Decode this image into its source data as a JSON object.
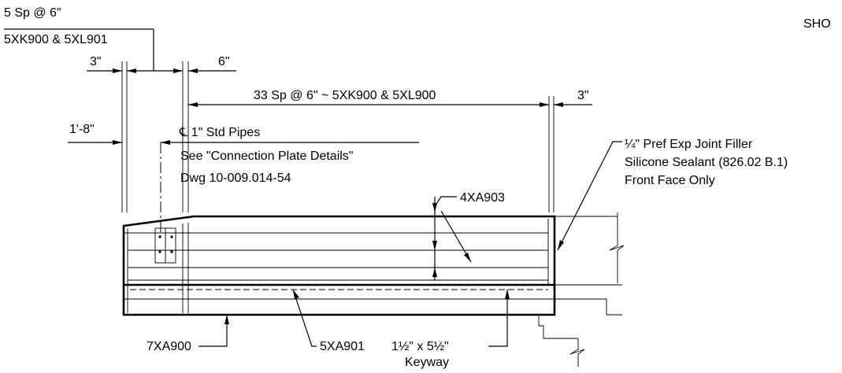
{
  "labels": {
    "spacing_top": "5 Sp @ 6\"",
    "bars_top": "5XK900 & 5XL901",
    "dim_3_left": "3\"",
    "dim_6": "6\"",
    "spacing_main": "33 Sp @ 6\" ~ 5XK900 & 5XL900",
    "dim_3_right": "3\"",
    "dim_1_8": "1'-8\"",
    "pipes_label": "℄ 1\" Std Pipes",
    "see_connection": "See \"Connection Plate Details\"",
    "dwg_ref": "Dwg 10-009.014-54",
    "joint_filler": "¼\" Pref Exp Joint Filler",
    "silicone": "Silicone Sealant (826.02 B.1)",
    "front_face": "Front Face Only",
    "bar_4xa903": "4XA903",
    "bar_7xa900": "7XA900",
    "bar_5xa901": "5XA901",
    "keyway_size": "1½\" x 5½\"",
    "keyway": "Keyway",
    "sheet_corner": "SHO"
  }
}
